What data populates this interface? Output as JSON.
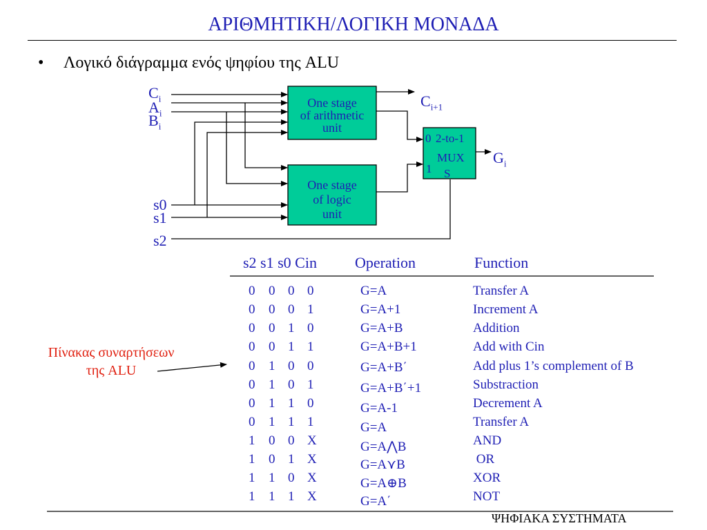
{
  "title": "ΑΡΙΘΜΗΤΙΚΗ/ΛΟΓΙΚΗ ΜΟΝΑΔΑ",
  "bullet": {
    "symbol": "•",
    "text": "Λογικό διάγραμμα ενός ψηφίου της ALU"
  },
  "diagram": {
    "inputs": [
      {
        "main": "C",
        "sub": "i"
      },
      {
        "main": "A",
        "sub": "i"
      },
      {
        "main": "B",
        "sub": "i"
      }
    ],
    "selects": [
      "s0",
      "s1",
      "s2"
    ],
    "arith_box": [
      "One stage",
      "of arithmetic",
      "unit"
    ],
    "logic_box": [
      "One stage",
      "of logic",
      "unit"
    ],
    "mux_box": {
      "in0": "0",
      "title": "2-to-1",
      "mux": "MUX",
      "in1": "1",
      "sel": "S"
    },
    "carry_out": {
      "main": "C",
      "sub": "i+1"
    },
    "output": {
      "main": "G",
      "sub": "i"
    },
    "box_fill": "#00cc99",
    "line_color": "#000000"
  },
  "table": {
    "headers": {
      "select": "s2 s1 s0 Cin",
      "operation": "Operation",
      "function": "Function"
    },
    "rows": [
      {
        "bits": [
          "0",
          "0",
          "0",
          "0"
        ],
        "op": "G=A",
        "fn": "Transfer A"
      },
      {
        "bits": [
          "0",
          "0",
          "0",
          "1"
        ],
        "op": "G=A+1",
        "fn": "Increment A"
      },
      {
        "bits": [
          "0",
          "0",
          "1",
          "0"
        ],
        "op": "G=A+B",
        "fn": "Addition"
      },
      {
        "bits": [
          "0",
          "0",
          "1",
          "1"
        ],
        "op": "G=A+B+1",
        "fn": "Add with Cin"
      },
      {
        "bits": [
          "0",
          "1",
          "0",
          "0"
        ],
        "op": "G=A+B΄",
        "fn": "Add plus 1’s complement of B"
      },
      {
        "bits": [
          "0",
          "1",
          "0",
          "1"
        ],
        "op": "G=A+B΄+1",
        "fn": "Substraction"
      },
      {
        "bits": [
          "0",
          "1",
          "1",
          "0"
        ],
        "op": "G=A-1",
        "fn": "Decrement A"
      },
      {
        "bits": [
          "0",
          "1",
          "1",
          "1"
        ],
        "op": "G=A",
        "fn": "Transfer A"
      },
      {
        "bits": [
          "1",
          "0",
          "0",
          "X"
        ],
        "op": "G=A⋀B",
        "fn": "AND"
      },
      {
        "bits": [
          "1",
          "0",
          "1",
          "X"
        ],
        "op": "G=A⋎B",
        "fn": " OR"
      },
      {
        "bits": [
          "1",
          "1",
          "0",
          "X"
        ],
        "op": "G=A⊕B",
        "fn": "XOR"
      },
      {
        "bits": [
          "1",
          "1",
          "1",
          "X"
        ],
        "op": "G=A΄",
        "fn": "NOT"
      }
    ]
  },
  "annotation": {
    "line1": "Πίνακας συναρτήσεων",
    "line2": "της ALU",
    "color": "#e02010"
  },
  "footer": "ΨΗΦΙΑΚΑ ΣΥΣΤΗΜΑΤΑ",
  "accent_color": "#1e1eb4"
}
